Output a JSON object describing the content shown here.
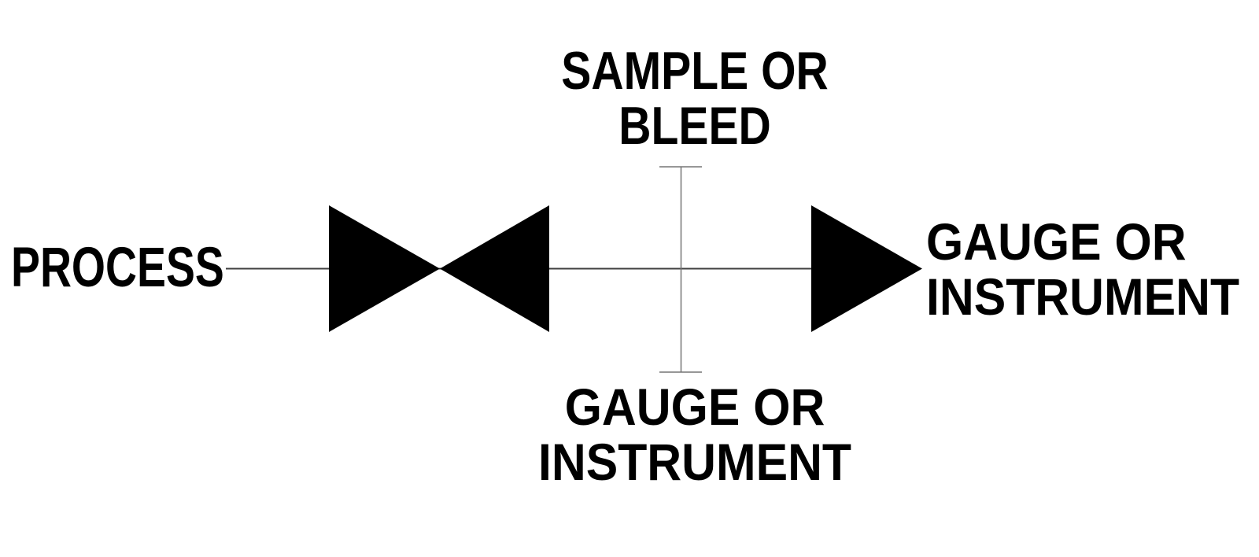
{
  "diagram": {
    "kind": "piping-instrumentation-symbol-diagram",
    "labels": {
      "process": "PROCESS",
      "branch_top_line1": "SAMPLE OR",
      "branch_top_line2": "BLEED",
      "branch_bottom_line1": "GAUGE OR",
      "branch_bottom_line2": "INSTRUMENT",
      "outlet_line1": "GAUGE OR",
      "outlet_line2": "INSTRUMENT"
    },
    "symbols": {
      "valve": "bowtie-valve-icon",
      "outlet_arrow": "filled-right-triangle-icon",
      "branch": "capped-vertical-branch-line"
    },
    "colors": {
      "background": "#ffffff",
      "pipe_line": "#3f3f3f",
      "branch_line": "#757575",
      "symbol_fill": "#000000",
      "text": "#000000"
    }
  }
}
